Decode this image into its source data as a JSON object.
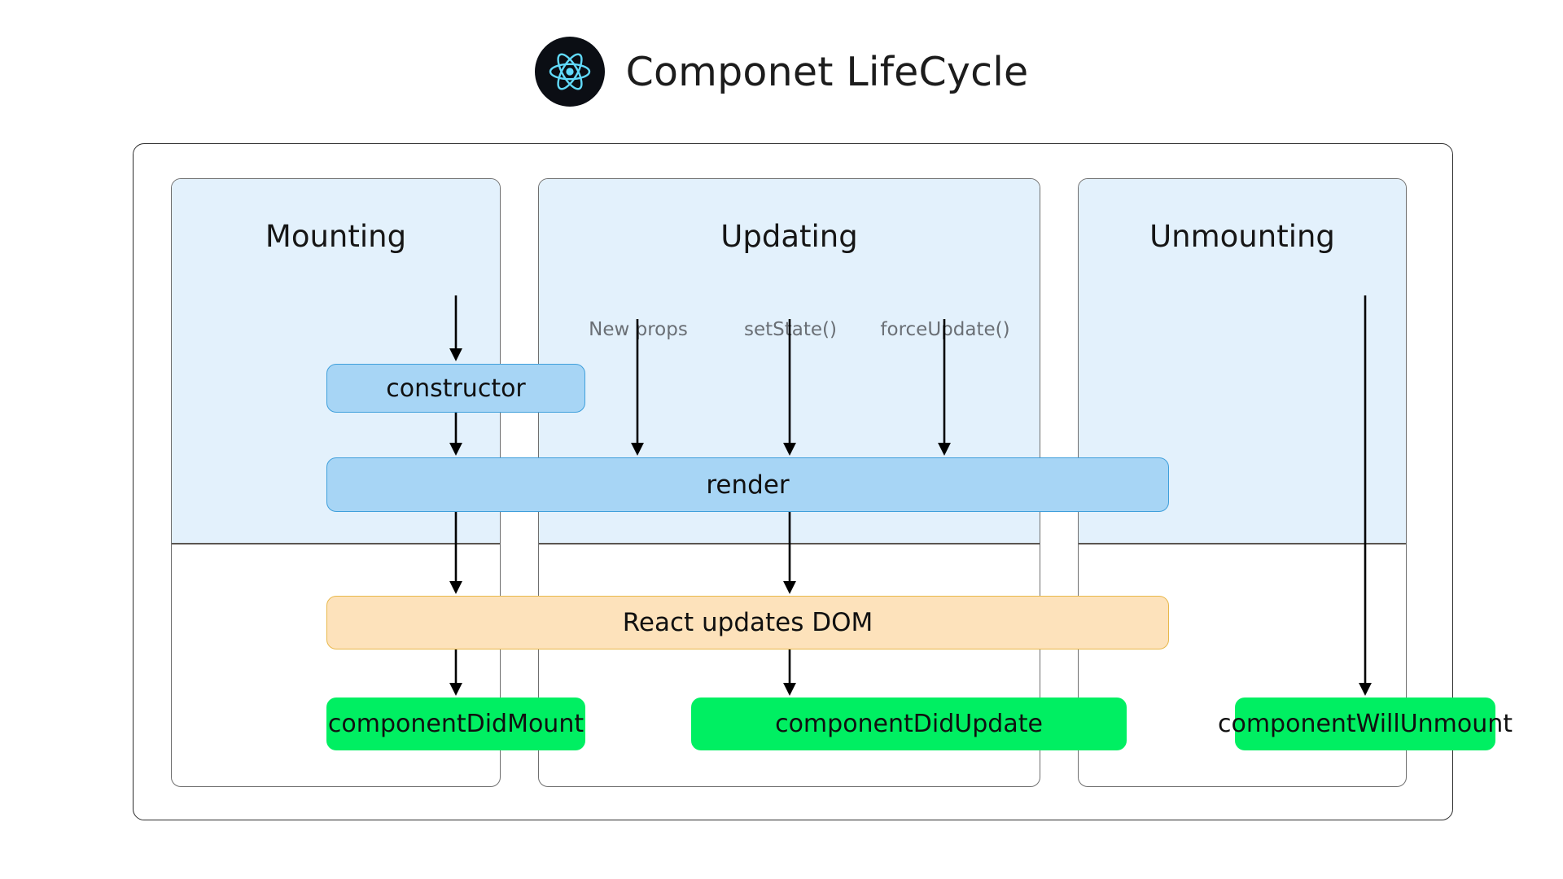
{
  "header": {
    "title": "Componet LifeCycle",
    "logo_icon": "react-atom-icon",
    "logo_bg": "#0b0e14",
    "logo_color": "#61dafb"
  },
  "colors": {
    "panel_blue": "#e3f1fc",
    "box_blue": "#a7d5f5",
    "box_blue_border": "#3f9fdb",
    "dom_orange": "#fde2bb",
    "dom_orange_border": "#e8b84b",
    "green": "#00ef62",
    "trigger_text": "#6a6f75",
    "arrow": "#000000",
    "card_border": "#2b2b2b"
  },
  "columns": [
    {
      "id": "mounting",
      "title": "Mounting"
    },
    {
      "id": "updating",
      "title": "Updating"
    },
    {
      "id": "unmounting",
      "title": "Unmounting"
    }
  ],
  "updating": {
    "triggers": [
      {
        "label": "New props"
      },
      {
        "label": "setState()"
      },
      {
        "label": "forceUpdate()"
      }
    ]
  },
  "lifecycle": {
    "constructor": "constructor",
    "render": "render",
    "react_updates_dom": "React updates DOM",
    "component_did_mount": "componentDidMount",
    "component_did_update": "componentDidUpdate",
    "component_will_unmount": "componentWillUnmount"
  }
}
